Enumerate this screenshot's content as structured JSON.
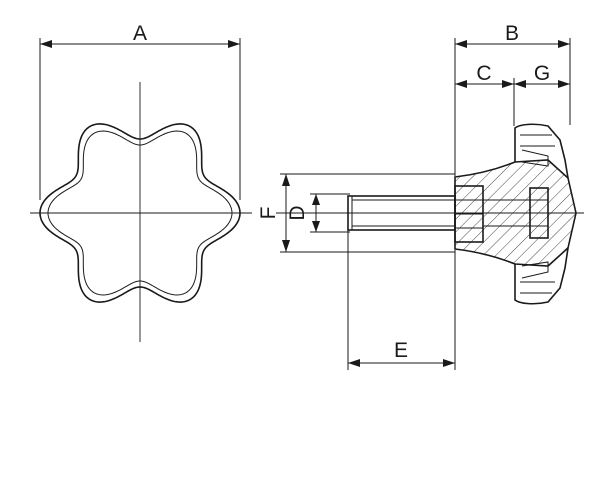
{
  "labels": {
    "A": "A",
    "B": "B",
    "C": "C",
    "G": "G",
    "D": "D",
    "F": "F",
    "E": "E"
  }
}
